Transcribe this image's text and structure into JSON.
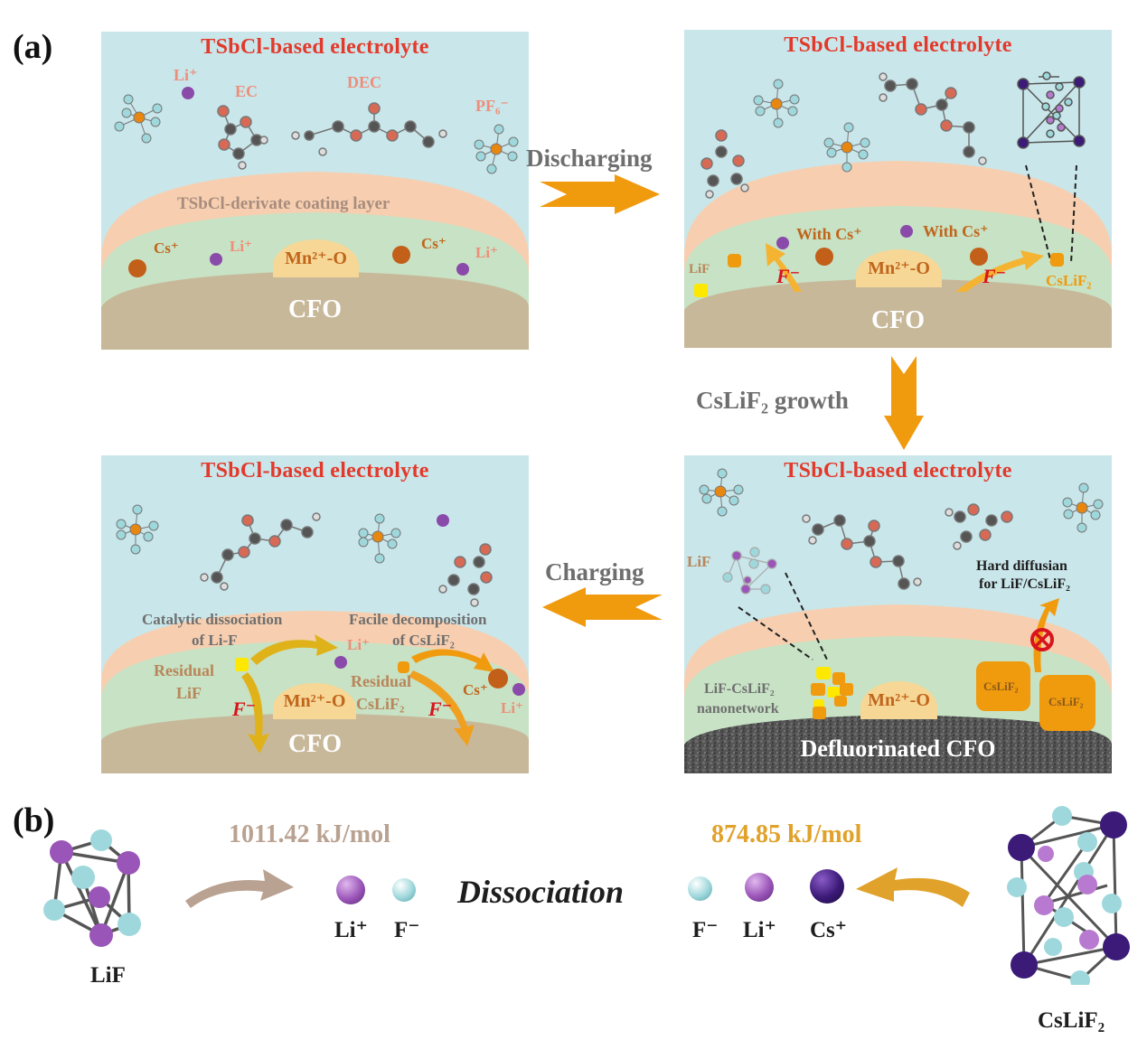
{
  "figure": {
    "panel_a_label": "(a)",
    "panel_b_label": "(b)",
    "colors": {
      "electrolyte_bg": "#c9e6ea",
      "coating_layer": "#f7cfb0",
      "interphase_layer": "#c7e2c4",
      "cfo_bulk": "#c8b89a",
      "mn_region": "#f7d796",
      "title_red": "#e3392b",
      "arrow_orange": "#f09a0e",
      "lif_arrow_tan": "#b9a291",
      "cslif2_arrow_gold": "#e0a22a"
    }
  },
  "panels": {
    "top_left": {
      "title": "TSbCl-based electrolyte",
      "species": {
        "li": "Li⁺",
        "ec": "EC",
        "dec": "DEC",
        "pf6": "PF₆⁻"
      },
      "coating_label": "TSbCl-derivate coating layer",
      "cs1": "Cs⁺",
      "li1": "Li⁺",
      "mn": "Mn²⁺-O",
      "cs2": "Cs⁺",
      "li2": "Li⁺",
      "bulk": "CFO"
    },
    "top_right": {
      "title": "TSbCl-based electrolyte",
      "with_cs_1": "With Cs⁺",
      "with_cs_2": "With Cs⁺",
      "lif": "LiF",
      "f_minus_1": "F⁻",
      "f_minus_2": "F⁻",
      "mn": "Mn²⁺-O",
      "cslif2": "CsLiF₂",
      "bulk": "CFO"
    },
    "bottom_right": {
      "title": "TSbCl-based electrolyte",
      "lif": "LiF",
      "hard_diffusion_1": "Hard diffusian",
      "hard_diffusion_2": "for LiF/CsLiF₂",
      "nanonetwork_1": "LiF-CsLiF₂",
      "nanonetwork_2": "nanonetwork",
      "mn": "Mn²⁺-O",
      "cslif2_a": "CsLiF₂",
      "cslif2_b": "CsLiF₂",
      "bulk": "Defluorinated CFO"
    },
    "bottom_left": {
      "title": "TSbCl-based electrolyte",
      "catalytic_1": "Catalytic dissociation",
      "catalytic_2": "of Li-F",
      "facile_1": "Facile decomposition",
      "facile_2": "of CsLiF₂",
      "residual_lif_1": "Residual",
      "residual_lif_2": "LiF",
      "residual_cslif2_1": "Residual",
      "residual_cslif2_2": "CsLiF₂",
      "li_top": "Li⁺",
      "cs": "Cs⁺",
      "li_right": "Li⁺",
      "f_minus_1": "F⁻",
      "f_minus_2": "F⁻",
      "mn": "Mn²⁺-O",
      "bulk": "CFO"
    }
  },
  "transitions": {
    "discharging": "Discharging",
    "growth": "CsLiF₂ growth",
    "charging": "Charging"
  },
  "panel_b": {
    "lif_label": "LiF",
    "lif_energy": "1011.42 kJ/mol",
    "lif_products": [
      "Li⁺",
      "F⁻"
    ],
    "dissociation": "Dissociation",
    "cslif2_energy": "874.85 kJ/mol",
    "cslif2_products": [
      "F⁻",
      "Li⁺",
      "Cs⁺"
    ],
    "cslif2_label": "CsLiF₂"
  }
}
